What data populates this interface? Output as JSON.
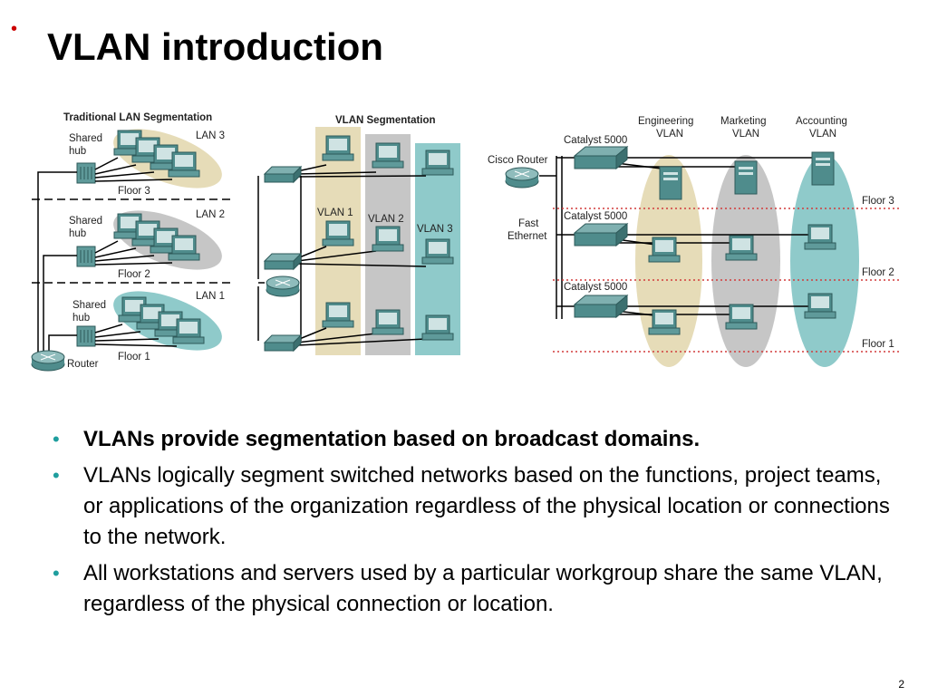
{
  "slide": {
    "title": "VLAN introduction",
    "page_number": "2",
    "bullet_color": "#1f9e9e"
  },
  "figure": {
    "traditional": {
      "heading": "Traditional LAN Segmentation",
      "hub_line1": "Shared",
      "hub_line2": "hub",
      "lan3": "LAN 3",
      "lan2": "LAN 2",
      "lan1": "LAN 1",
      "floor3": "Floor 3",
      "floor2": "Floor 2",
      "floor1": "Floor 1",
      "router": "Router",
      "lan_colors": [
        "#e6dcb8",
        "#c6c6c6",
        "#8fcaca"
      ]
    },
    "vlan_seg": {
      "heading": "VLAN Segmentation",
      "vlan1": "VLAN 1",
      "vlan2": "VLAN 2",
      "vlan3": "VLAN 3"
    },
    "campus": {
      "engineering_line1": "Engineering",
      "marketing_line1": "Marketing",
      "accounting_line1": "Accounting",
      "vlan_word": "VLAN",
      "catalyst": "Catalyst 5000",
      "cisco_router": "Cisco Router",
      "fast": "Fast",
      "ethernet": "Ethernet",
      "floor3": "Floor 3",
      "floor2": "Floor 2",
      "floor1": "Floor 1"
    }
  },
  "bullets": [
    "VLANs provide segmentation based on broadcast domains.",
    "VLANs logically segment switched networks based on the functions, project teams, or applications of the organization regardless of the physical location or connections to the network.",
    "All workstations and servers used by a particular workgroup share the same VLAN, regardless of the physical connection or location."
  ],
  "bullet_symbol": "•"
}
